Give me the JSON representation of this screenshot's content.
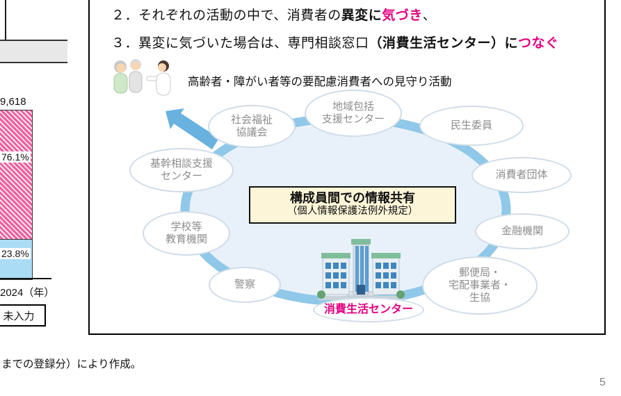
{
  "colors": {
    "accent": "#e4007f",
    "ring": "#8fc8e8",
    "ring_fill": "#e8f1fa",
    "center_box_bg": "#fdf5d8"
  },
  "page": {
    "number": "5",
    "footer_note": "までの登録分）により作成。"
  },
  "left_chart": {
    "type": "stacked-bar-fragment",
    "total_label": "9,618",
    "segments": [
      {
        "label": "76.1%",
        "style": "pink-hatched"
      },
      {
        "label": "23.8%",
        "style": "light-blue"
      }
    ],
    "axis_label": "2024（年）",
    "legend_label": "未入力"
  },
  "panel": {
    "step2": {
      "prefix": "２．それぞれの活動の中で、消費者の",
      "bold": "異変に",
      "accent": "気づき",
      "suffix": "、"
    },
    "step3": {
      "prefix": "３．異変に気づいた場合は、専門相談窓口",
      "bold": "（消費生活センター）に",
      "accent": "つなぐ"
    },
    "caption": "高齢者・障がい者等の要配慮消費者への見守り活動",
    "center_box": {
      "title": "構成員間での情報共有",
      "subtitle": "（個人情報保護法例外規定）"
    },
    "network": {
      "nodes": [
        {
          "id": "shakai-fukushi-kyogikai",
          "label": "社会福祉\n協議会"
        },
        {
          "id": "chiiki-hokatsu-shien-center",
          "label": "地域包括\n支援センター"
        },
        {
          "id": "minsei-iin",
          "label": "民生委員"
        },
        {
          "id": "shohisha-dantai",
          "label": "消費者団体"
        },
        {
          "id": "kinyu-kikan",
          "label": "金融機関"
        },
        {
          "id": "yubinkyoku-takuhai-seikyo",
          "label": "郵便局・\n宅配事業者・\n生協"
        },
        {
          "id": "shohi-seikatsu-center",
          "label": "消費生活センター",
          "accent": true
        },
        {
          "id": "keisatsu",
          "label": "警察"
        },
        {
          "id": "gakko-kyoiku-kikan",
          "label": "学校等\n教育機関"
        },
        {
          "id": "kikan-sodan-shien-center",
          "label": "基幹相談支援\nセンター"
        }
      ]
    }
  }
}
